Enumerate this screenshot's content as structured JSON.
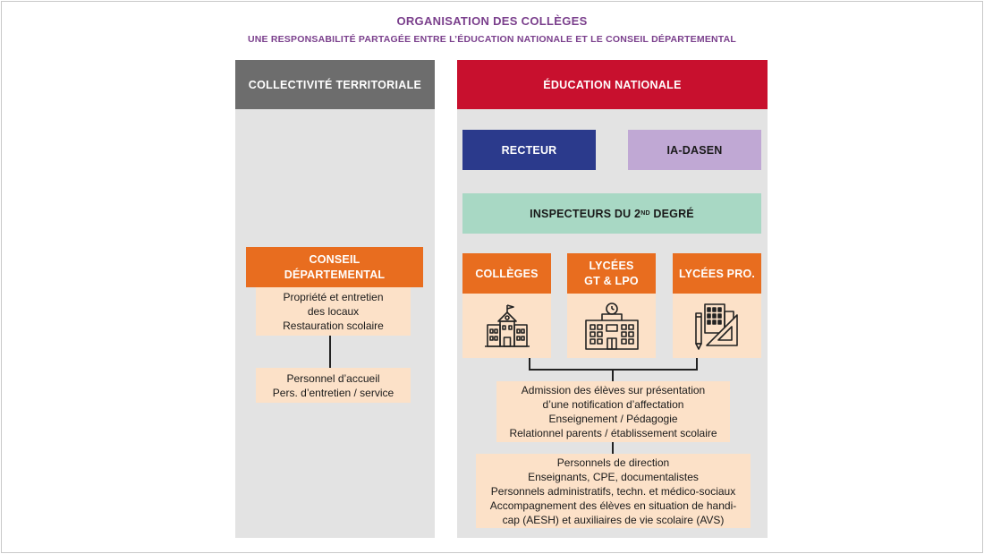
{
  "title": "ORGANISATION DES COLLÈGES",
  "subtitle": "UNE RESPONSABILITÉ PARTAGÉE ENTRE L’ÉDUCATION NATIONALE ET LE CONSEIL DÉPARTEMENTAL",
  "left": {
    "header": "COLLECTIVITÉ TERRITORIALE",
    "conseil_line1": "CONSEIL",
    "conseil_line2": "DÉPARTEMENTAL",
    "box1": [
      "Propriété et entretien",
      "des locaux",
      "Restauration scolaire"
    ],
    "box2": [
      "Personnel d’accueil",
      "Pers. d’entretien / service"
    ]
  },
  "right": {
    "header": "ÉDUCATION NATIONALE",
    "recteur": "RECTEUR",
    "iadasen": "IA-DASEN",
    "inspecteurs_pre": "INSPECTEURS DU 2",
    "inspecteurs_sup": "ND",
    "inspecteurs_post": " DEGRÉ",
    "colleges": "COLLÈGES",
    "lycees_line1": "LYCÉES",
    "lycees_line2": "GT & LPO",
    "lycees_pro": "LYCÉES PRO.",
    "box_middle": [
      "Admission des élèves sur présentation",
      "d’une notification d’affectation",
      "Enseignement / Pédagogie",
      "Relationnel parents / établissement scolaire"
    ],
    "box_bottom": [
      "Personnels de direction",
      "Enseignants, CPE, documentalistes",
      "Personnels administratifs, techn. et médico-sociaux",
      "Accompagnement des élèves en situation de handi-",
      "cap (AESH) et auxiliaires de vie scolaire (AVS)"
    ]
  },
  "colors": {
    "title": "#7a3f8c",
    "gray_header": "#6d6d6d",
    "red_header": "#c8102e",
    "recteur": "#2b3a8c",
    "iadasen": "#c0a8d4",
    "inspecteurs": "#a8d8c4",
    "orange": "#e86d1f",
    "peach": "#fce1c8",
    "panel": "#e3e3e3"
  },
  "icons": [
    "school-building-icon",
    "lycee-building-icon",
    "architecture-pro-icon"
  ]
}
